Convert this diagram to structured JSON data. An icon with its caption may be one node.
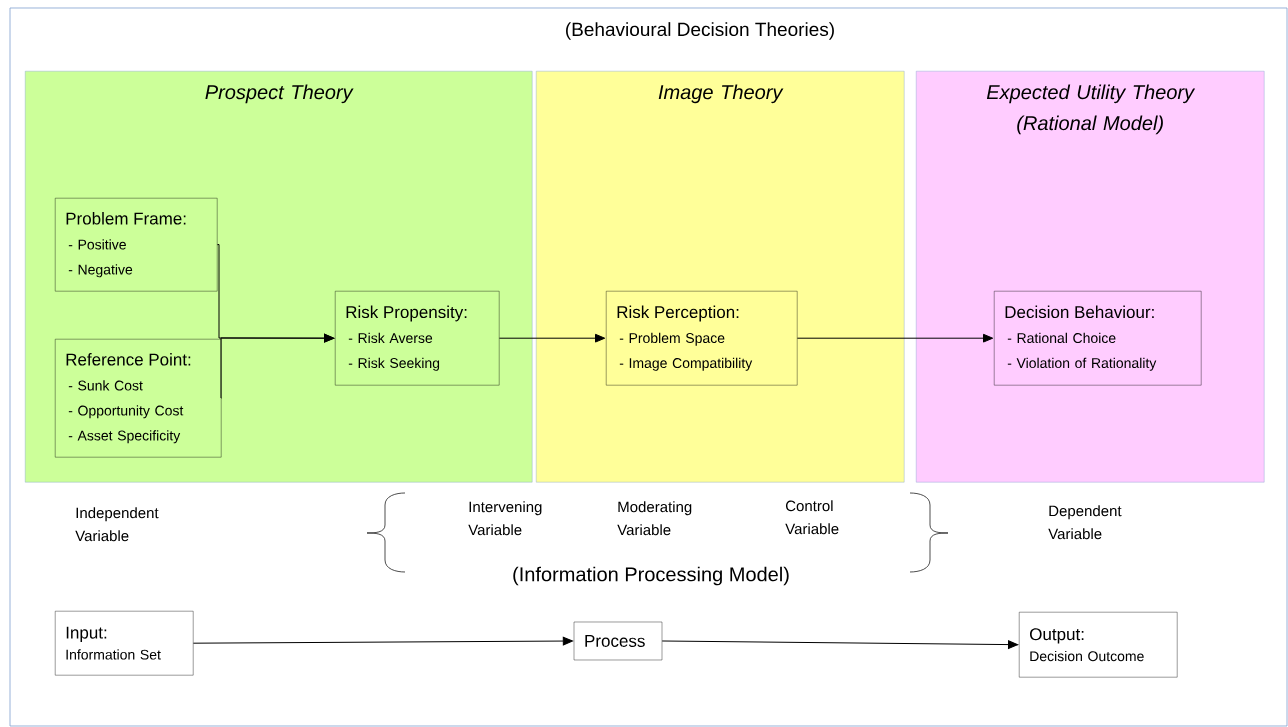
{
  "diagram": {
    "title": "(Behavioural Decision Theories)",
    "nodes": [
      {
        "text": [
          "Prospect Theory"
        ]
      },
      {
        "text": [
          "Problem Frame:",
          "- Positive",
          "- Negative"
        ],
        "in": 0
      },
      {
        "text": [
          "Reference Point:",
          "- Sunk Cost",
          "- Opportunity Cost",
          "- Asset Specificity"
        ],
        "in": 0
      },
      {
        "text": [
          "Risk Propensity:",
          "- Risk Averse",
          "- Risk Seeking"
        ],
        "in": 0
      },
      {
        "text": [
          "Image Theory"
        ]
      },
      {
        "text": [
          "Risk Perception:",
          "- Problem Space",
          "- Image Compatibility"
        ],
        "in": 4
      },
      {
        "text": [
          "Expected Utility Theory (Rational Model)"
        ]
      },
      {
        "text": [
          "Decision Behaviour:",
          "- Rational Choice",
          "- Violation of Rationality"
        ],
        "in": 6
      },
      {
        "text": [
          "Input:",
          "Information Set"
        ]
      },
      {
        "text": [
          "Process"
        ]
      },
      {
        "text": [
          "Output:",
          "Decision Outcome"
        ]
      }
    ],
    "edges": [
      {
        "from": 1,
        "to": 3,
        "arrow": "to"
      },
      {
        "from": 2,
        "to": 3,
        "arrow": "to"
      },
      {
        "from": 3,
        "to": 5,
        "arrow": "to"
      },
      {
        "from": 5,
        "to": 7,
        "arrow": "to"
      },
      {
        "from": 8,
        "to": 9,
        "arrow": "to"
      },
      {
        "from": 9,
        "to": 10,
        "arrow": "to"
      }
    ],
    "labels": [
      "Independent Variable",
      "Intervening Variable",
      "Moderating Variable",
      "Control Variable",
      "Dependent Variable",
      "(Information Processing Model)"
    ]
  }
}
